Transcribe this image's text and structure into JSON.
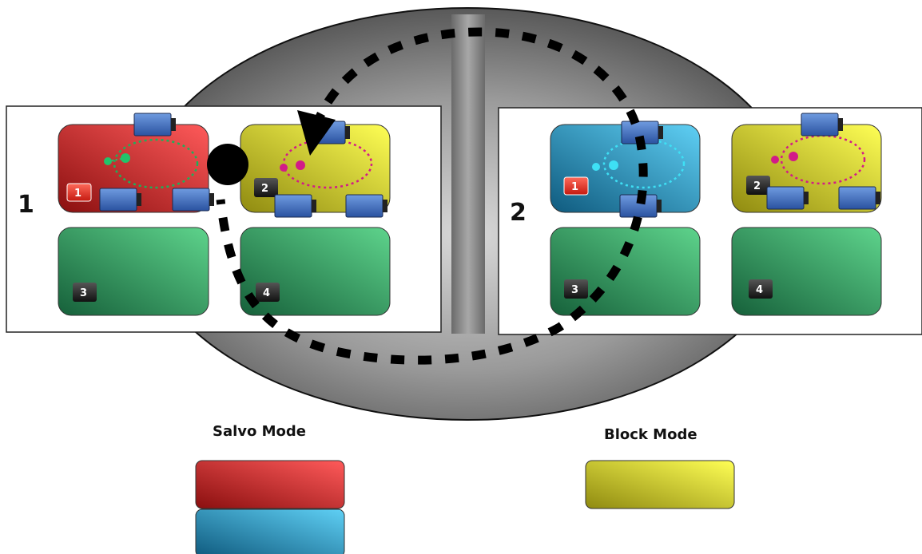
{
  "panels": [
    {
      "number": "1",
      "blocks": [
        {
          "badge": "1",
          "color": "red",
          "active": true,
          "dots": "green"
        },
        {
          "badge": "2",
          "color": "yellow",
          "active": true,
          "dots": "magenta"
        },
        {
          "badge": "3",
          "color": "green",
          "active": false
        },
        {
          "badge": "4",
          "color": "green",
          "active": false
        }
      ]
    },
    {
      "number": "2",
      "blocks": [
        {
          "badge": "1",
          "color": "blue",
          "active": true,
          "dots": "cyan"
        },
        {
          "badge": "2",
          "color": "yellow",
          "active": true,
          "dots": "magenta"
        },
        {
          "badge": "3",
          "color": "green",
          "active": false
        },
        {
          "badge": "4",
          "color": "green",
          "active": false
        }
      ]
    }
  ],
  "legend": {
    "salvo_title": "Salvo Mode",
    "block_title": "Block Mode",
    "salvo_colors": [
      "red",
      "blue"
    ],
    "block_colors": [
      "yellow"
    ]
  },
  "colors": {
    "red": "#d42a2a",
    "yellow": "#e6e22a",
    "green": "#2f9a5a",
    "blue": "#2a9ad4",
    "ellipse": "#7a7a7a",
    "path": "#000000"
  }
}
